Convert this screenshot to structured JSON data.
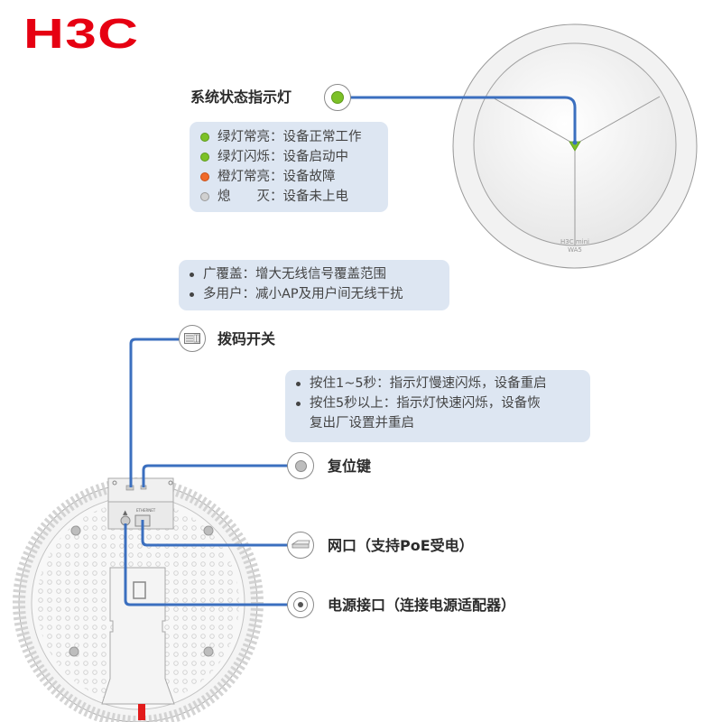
{
  "brand": {
    "logo_text": "H3C",
    "logo_color": "#e60012"
  },
  "colors": {
    "connector_line": "#3b6fbf",
    "infobox_bg": "#dde6f2",
    "led_green": "#7cc127",
    "led_orange": "#f06a2a",
    "led_off": "#c8c8c8"
  },
  "top_device": {
    "label": "H3C mini",
    "sublabel": "WA5",
    "led_callout": {
      "title": "系统状态指示灯",
      "icon": "green-led-icon",
      "states": [
        {
          "color": "#7cc127",
          "name": "绿灯常亮：",
          "meaning": "设备正常工作"
        },
        {
          "color": "#7cc127",
          "name": "绿灯闪烁：",
          "meaning": "设备启动中"
        },
        {
          "color": "#f06a2a",
          "name": "橙灯常亮：",
          "meaning": "设备故障"
        },
        {
          "color": "#d0d0d0",
          "name": "熄　　灭：",
          "meaning": "设备未上电"
        }
      ]
    }
  },
  "dip_switch": {
    "info": [
      "广覆盖：增大无线信号覆盖范围",
      "多用户：减小AP及用户间无线干扰"
    ],
    "title": "拨码开关",
    "icon": "dip-switch-icon"
  },
  "reset_button": {
    "info": [
      "按住1~5秒：指示灯慢速闪烁，设备重启",
      "按住5秒以上：指示灯快速闪烁，设备恢",
      "复出厂设置并重启"
    ],
    "title": "复位键",
    "icon": "reset-button-icon"
  },
  "ethernet_port": {
    "title": "网口（支持PoE受电）",
    "icon": "ethernet-port-icon"
  },
  "power_port": {
    "title": "电源接口（连接电源适配器）",
    "icon": "power-jack-icon"
  }
}
